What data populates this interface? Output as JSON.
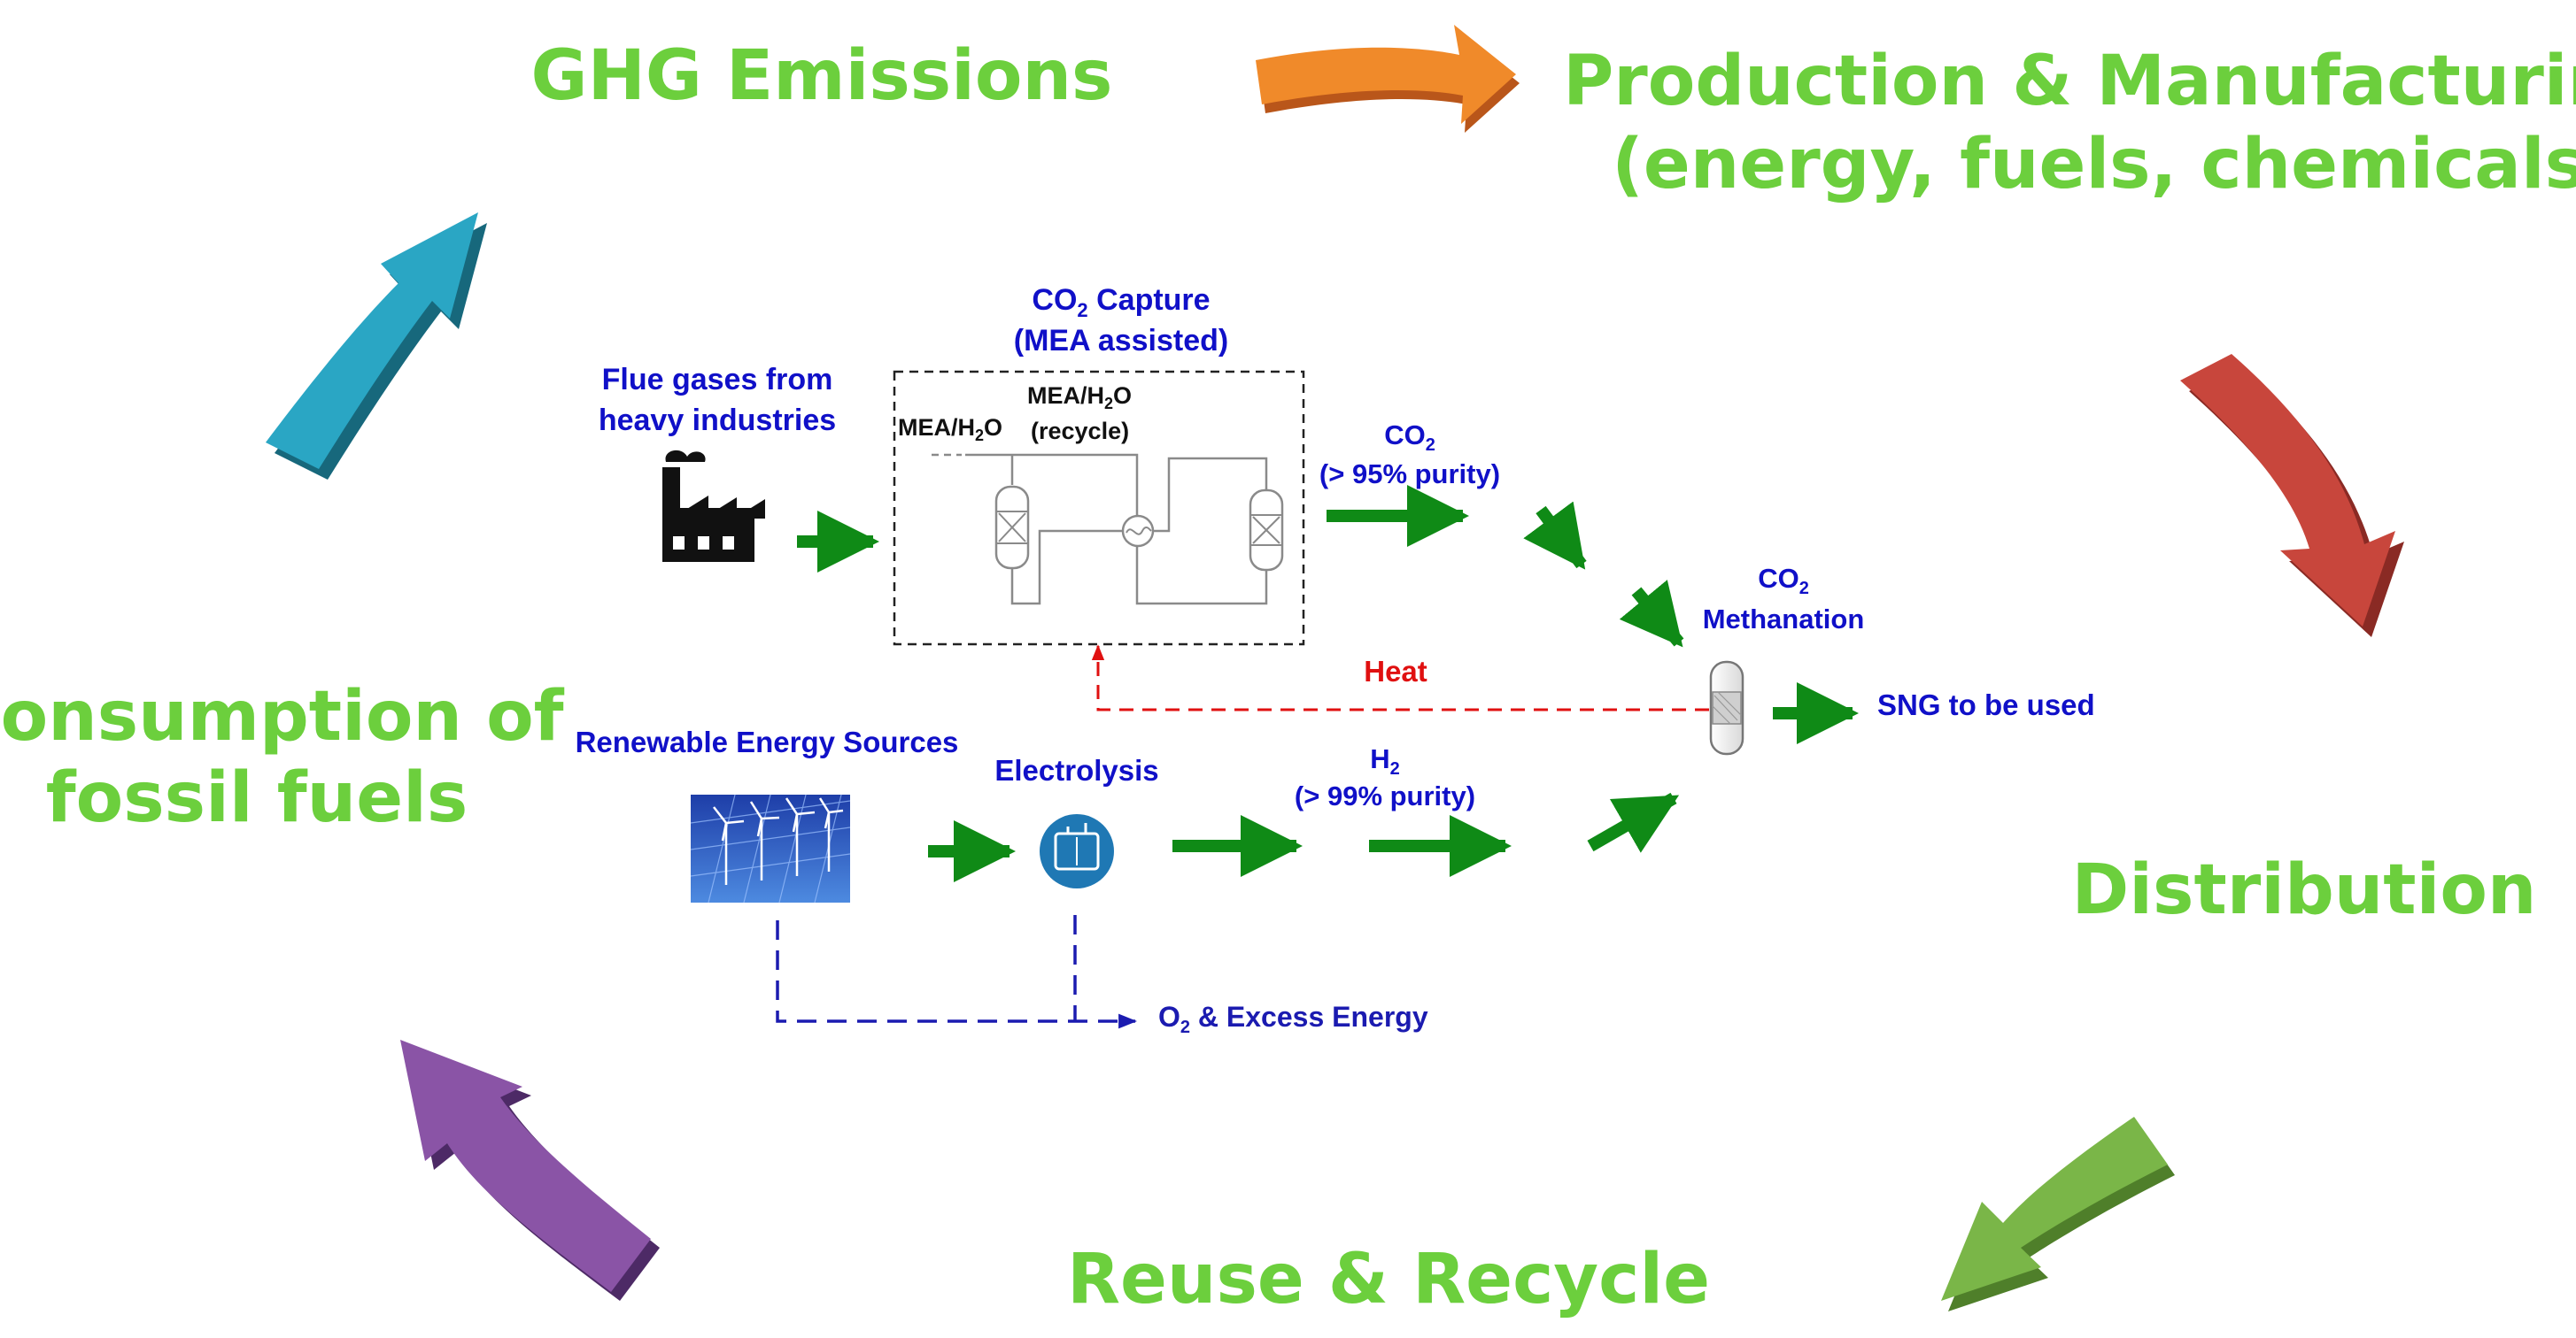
{
  "cycle": {
    "ghg": "GHG Emissions",
    "production_1": "Production & Manufacturing",
    "production_2": "(energy, fuels, chemicals)",
    "distribution": "Distribution",
    "reuse": "Reuse & Recycle",
    "consumption_1": "Consumption of",
    "consumption_2": "fossil fuels"
  },
  "process": {
    "flue_1": "Flue gases from",
    "flue_2": "heavy industries",
    "capture_title_1a": "CO",
    "capture_title_1sub": "2",
    "capture_title_1b": " Capture",
    "capture_title_2": "(MEA assisted)",
    "mea_a": "MEA/H",
    "mea_sub": "2",
    "mea_b": "O",
    "mea_recycle_a": "MEA/H",
    "mea_recycle_sub": "2",
    "mea_recycle_b": "O",
    "mea_recycle_2": "(recycle)",
    "co2_a": "CO",
    "co2_sub": "2",
    "co2_purity": "(> 95% purity)",
    "heat": "Heat",
    "meth_a": "CO",
    "meth_sub": "2",
    "meth_2": "Methanation",
    "sng": "SNG to be used",
    "renewable": "Renewable Energy Sources",
    "electrolysis": "Electrolysis",
    "h2_a": "H",
    "h2_sub": "2",
    "h2_purity": "(> 99% purity)",
    "o2_a": "O",
    "o2_sub": "2",
    "o2_b": " & Excess Energy"
  },
  "colors": {
    "cycle_text": "#6ccf3d",
    "flow_arrow": "#0f8a16",
    "label_blue": "#1010c8",
    "heat_red": "#e01010",
    "o2_navy": "#1b1bb0",
    "arrow_orange": "#f08a2a",
    "arrow_red": "#c8463c",
    "arrow_green": "#7ab648",
    "arrow_purple": "#8a54a6",
    "arrow_teal": "#2aa6c4"
  },
  "icons": [
    "factory-icon",
    "solar-wind-icon",
    "electrolyzer-icon",
    "absorber-column-icon",
    "heat-exchanger-icon",
    "methanation-reactor-icon"
  ]
}
